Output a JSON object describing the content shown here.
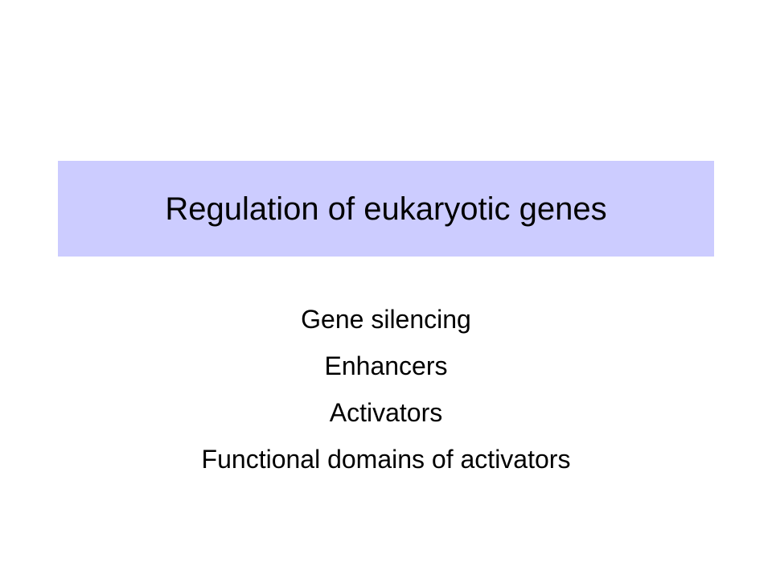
{
  "colors": {
    "background": "#ffffff",
    "title_fill": "#ccccff",
    "text": "#000000"
  },
  "slide": {
    "title": "Regulation of eukaryotic genes",
    "items": [
      "Gene silencing",
      "Enhancers",
      "Activators",
      "Functional domains of activators"
    ]
  }
}
